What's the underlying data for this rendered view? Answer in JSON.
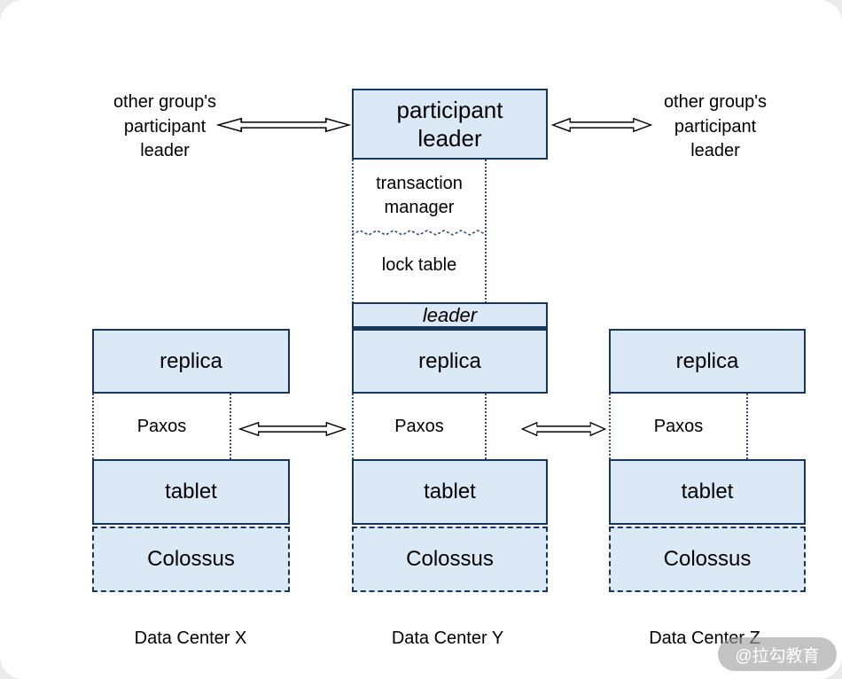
{
  "colors": {
    "box_fill": "#dbe8f6",
    "box_border": "#17365d",
    "dotted_line": "#2f4f7d",
    "text": "#000000",
    "watermark_bg": "#9e9e9e"
  },
  "top_section": {
    "left_external_label": "other group's\nparticipant\nleader",
    "right_external_label": "other group's\nparticipant\nleader",
    "participant_leader": "participant\nleader",
    "transaction_manager": "transaction\nmanager",
    "lock_table": "lock table",
    "leader": "leader"
  },
  "columns": [
    {
      "replica": "replica",
      "paxos": "Paxos",
      "tablet": "tablet",
      "storage": "Colossus",
      "datacenter": "Data Center X"
    },
    {
      "replica": "replica",
      "paxos": "Paxos",
      "tablet": "tablet",
      "storage": "Colossus",
      "datacenter": "Data Center Y"
    },
    {
      "replica": "replica",
      "paxos": "Paxos",
      "tablet": "tablet",
      "storage": "Colossus",
      "datacenter": "Data Center Z"
    }
  ],
  "watermark": "@拉勾教育"
}
